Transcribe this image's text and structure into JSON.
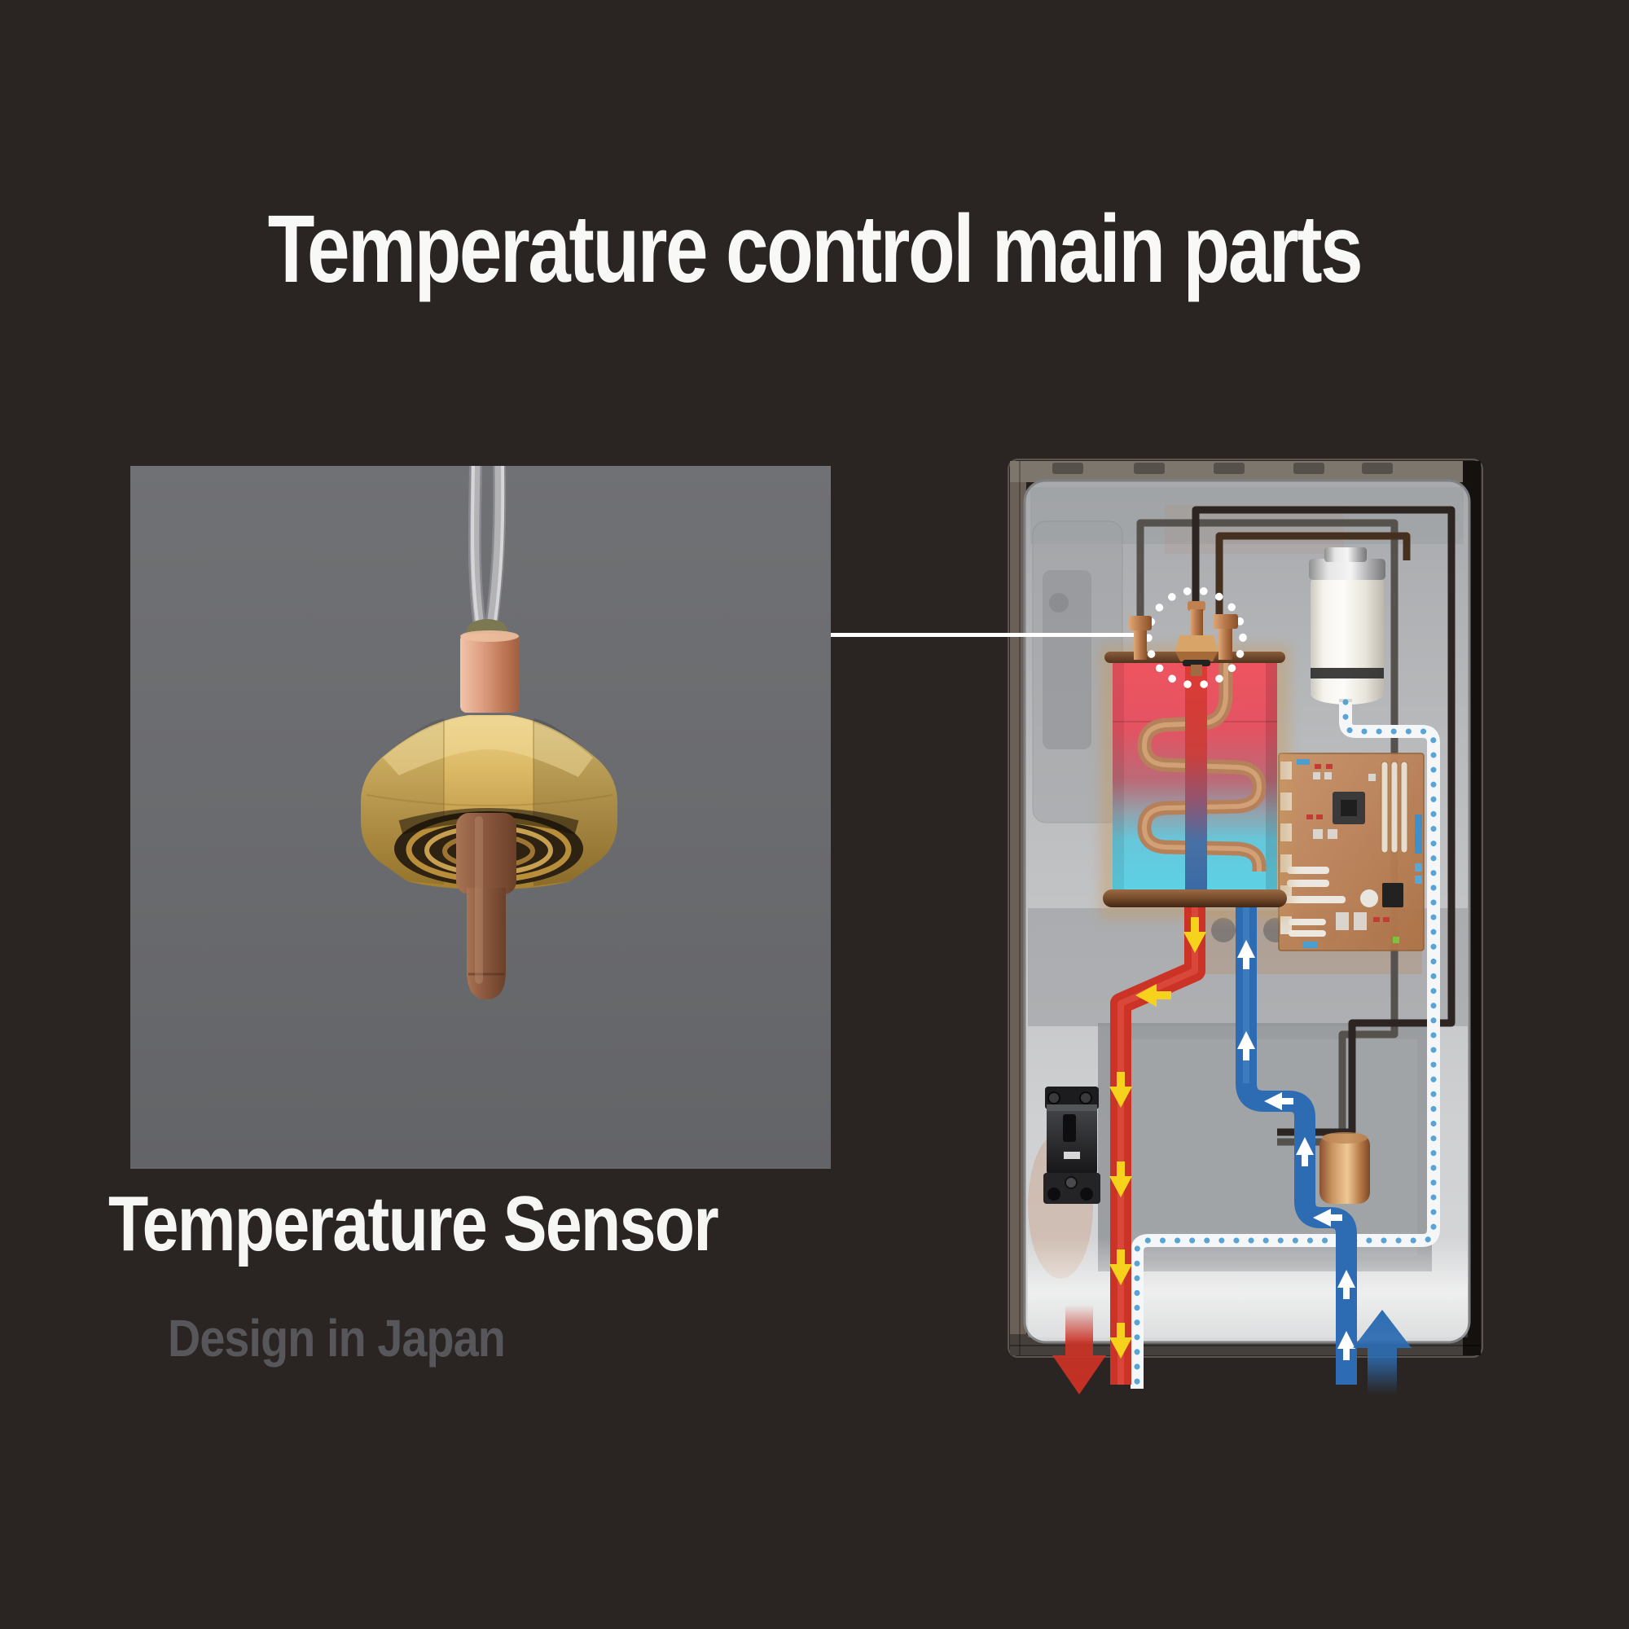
{
  "title": "Temperature control main parts",
  "left_panel": {
    "caption": "Temperature Sensor",
    "subcaption": "Design in Japan"
  },
  "colors": {
    "background": "#2a2523",
    "panel_gray": "#6c6d70",
    "title_white": "#f8f8f6",
    "subcaption_gray": "#57575b",
    "hot_pipe_red": "#cc3327",
    "cold_pipe_blue": "#2d6cb2",
    "flow_arrow_yellow": "#f6d21c",
    "copper": "#c9945f",
    "brass": "#d9b06b",
    "pcb_copper": "#c79066",
    "tank_hot_red": "#ee5460",
    "tank_cold_cyan": "#5ed2e6",
    "supply_line_white": "#f4f6f8",
    "supply_line_dot_blue": "#4f9fd4"
  }
}
